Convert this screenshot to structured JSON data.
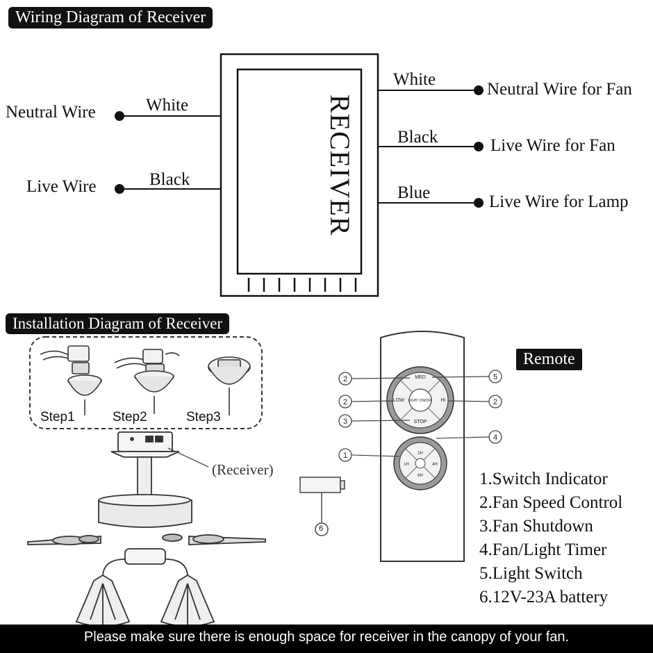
{
  "wiring": {
    "title": "Wiring Diagram of Receiver",
    "receiver_label": "RECEIVER",
    "inputs": [
      {
        "terminal": "Neutral Wire",
        "wire": "White"
      },
      {
        "terminal": "Live Wire",
        "wire": "Black"
      }
    ],
    "outputs": [
      {
        "wire": "White",
        "terminal": "Neutral Wire for Fan"
      },
      {
        "wire": "Black",
        "terminal": "Live Wire for Fan"
      },
      {
        "wire": "Blue",
        "terminal": "Live Wire for Lamp"
      }
    ]
  },
  "installation": {
    "title": "Installation Diagram of Receiver",
    "steps": [
      "Step1",
      "Step2",
      "Step3"
    ],
    "receiver_callout": "(Receiver)",
    "battery_marker": "6"
  },
  "remote": {
    "title": "Remote",
    "callouts": [
      "2",
      "2",
      "3",
      "1",
      "5",
      "2",
      "4"
    ],
    "legend": [
      "1.Switch Indicator",
      "2.Fan Speed Control",
      "3.Fan Shutdown",
      "4.Fan/Light Timer",
      "5.Light Switch",
      "6.12V-23A battery"
    ],
    "buttons": {
      "top": "MED",
      "left": "LOW",
      "right": "HI",
      "bottom": "STOP",
      "center": "LIGHT ON/OFF",
      "timer_top": "2H",
      "timer_left": "1H",
      "timer_right": "4H",
      "timer_bottom": "8H"
    }
  },
  "footer": {
    "notice": "Please make sure there is enough space for receiver in the canopy of your fan."
  }
}
